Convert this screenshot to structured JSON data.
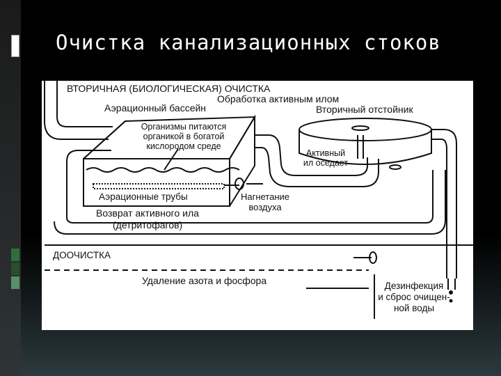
{
  "slide": {
    "title": "Очистка канализационных стоков"
  },
  "diagram": {
    "section_secondary": "ВТОРИЧНАЯ (БИОЛОГИЧЕСКАЯ) ОЧИСТКА",
    "activated_sludge_treatment": "Обработка активным илом",
    "aeration_basin": "Аэрационный бассейн",
    "secondary_clarifier": "Вторичный отстойник",
    "organisms_note": [
      "Организмы питаются",
      "органикой в богатой",
      "кислородом среде"
    ],
    "sludge_settles": [
      "Активный",
      "ил оседает"
    ],
    "aeration_pipes": "Аэрационные трубы",
    "air_injection": [
      "Нагнетание",
      "воздуха"
    ],
    "sludge_return": [
      "Возврат активного ила",
      "(детритофагов)"
    ],
    "section_tertiary": "ДООЧИСТКА",
    "nitrogen_phosphorus_removal": "Удаление азота и фосфора",
    "disinfection": [
      "Дезинфекция",
      "и сброс очищен-",
      "ной воды"
    ]
  }
}
